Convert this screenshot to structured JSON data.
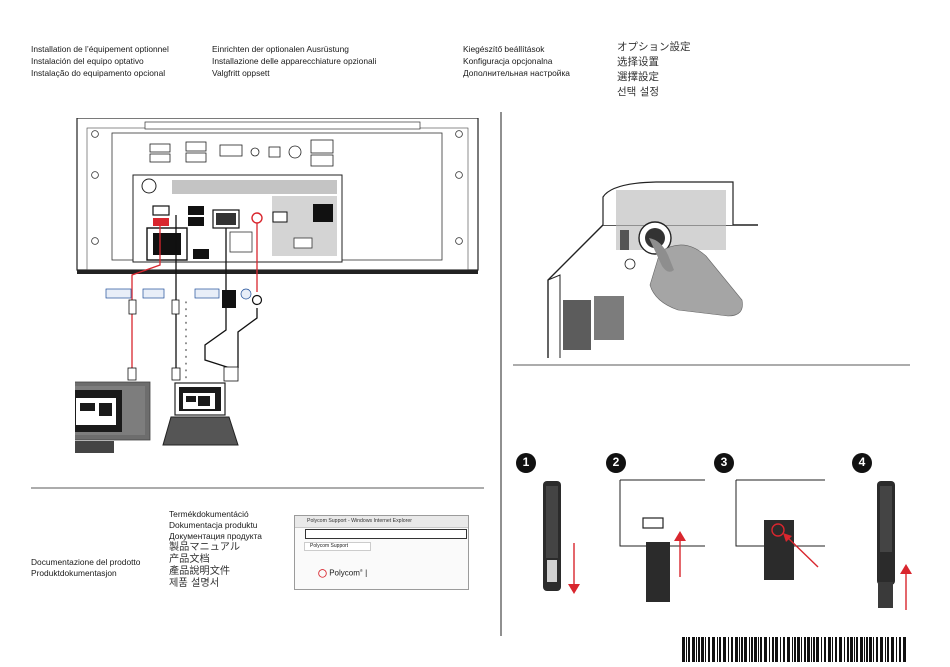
{
  "header": {
    "col1": [
      "Installation de l’équipement optionnel",
      "Instalación del equipo optativo",
      "Instalação do equipamento opcional"
    ],
    "col2": [
      "Einrichten der optionalen Ausrüstung",
      "Installazione delle apparecchiature opzionali",
      "Valgfritt oppsett"
    ],
    "col3": [
      "Kiegészítő beállítások",
      "Konfiguracja opcjonalna",
      "Дополнительная настройка"
    ],
    "col4": [
      "オプション設定",
      "选择设置",
      "選擇設定",
      "선택 설정"
    ]
  },
  "docs": {
    "left_lines": [
      "Documentazione del prodotto",
      "Produktdokumentasjon"
    ],
    "right_lines": [
      "Termékdokumentáció",
      "Dokumentacja produktu",
      "Документация продукта"
    ],
    "cjk_lines": [
      "製品マニュアル",
      "产品文档",
      "產品說明文件",
      "제품 설명서"
    ]
  },
  "browser": {
    "window_title": "Polycom Support - Windows Internet Explorer",
    "tab_label": "Polycom Support",
    "logo_text": "Polycom",
    "logo_mark": "®"
  },
  "steps": {
    "s1": "1",
    "s2": "2",
    "s3": "3",
    "s4": "4"
  },
  "colors": {
    "accent_red": "#d9262e",
    "dark": "#1a1a1a",
    "port_blue": "#1f4e99"
  },
  "icons": {
    "remote": "remote-control-icon",
    "monitor": "monitor-icon",
    "laptop": "laptop-icon",
    "barcode": "barcode-icon"
  }
}
